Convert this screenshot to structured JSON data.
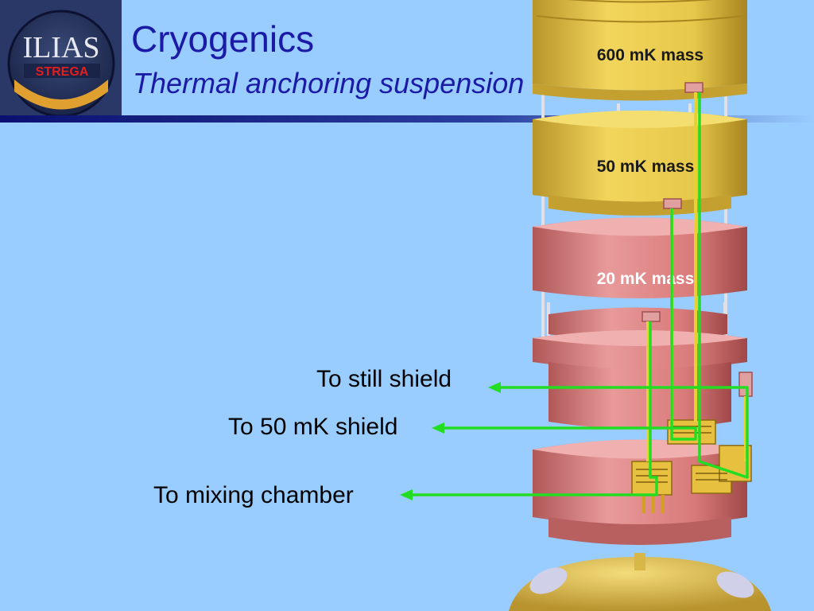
{
  "slide": {
    "title": "Cryogenics",
    "subtitle": "Thermal anchoring suspension"
  },
  "logo": {
    "text_main": "ILIAS",
    "text_sub": "STREGA"
  },
  "stages": [
    {
      "label": "600 mK mass"
    },
    {
      "label": "50 mK mass"
    },
    {
      "label": "20 mK mass"
    }
  ],
  "callouts": [
    {
      "label": "To still shield"
    },
    {
      "label": "To 50 mK shield"
    },
    {
      "label": "To mixing chamber"
    }
  ],
  "colors": {
    "background": "#99ccff",
    "title": "#1a1aa6",
    "gold_stage": "#e6c84a",
    "copper_stage": "#d97a7a",
    "arrow": "#22dd22"
  }
}
